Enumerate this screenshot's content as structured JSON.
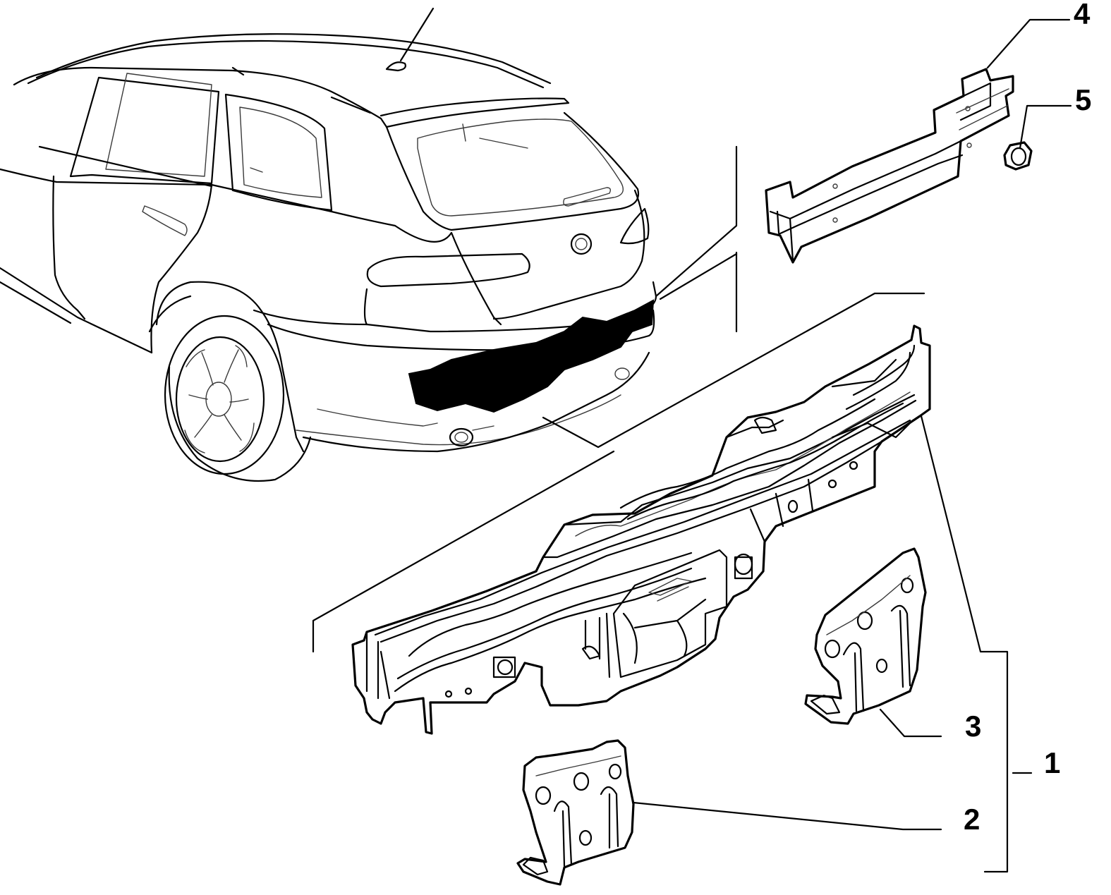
{
  "diagram": {
    "callouts": [
      {
        "id": "1",
        "label": "1"
      },
      {
        "id": "2",
        "label": "2"
      },
      {
        "id": "3",
        "label": "3"
      },
      {
        "id": "4",
        "label": "4"
      },
      {
        "id": "5",
        "label": "5"
      }
    ],
    "colors": {
      "line": "#000000",
      "background": "#ffffff",
      "highlight_fill": "#000000"
    }
  }
}
